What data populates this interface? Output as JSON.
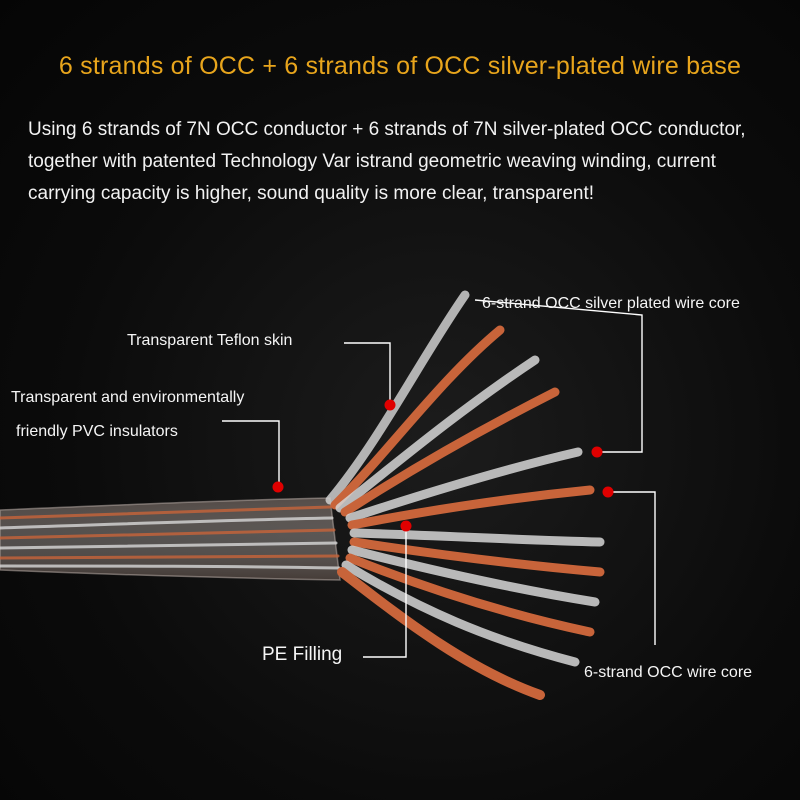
{
  "headline": "6 strands of OCC + 6 strands of OCC silver-plated wire base",
  "description": "Using 6 strands  of 7N OCC conductor + 6 strands of 7N silver-plated OCC conductor, together with patented Technology Var istrand geometric weaving winding, current carrying capacity is higher, sound quality is more clear, transparent!",
  "labels": {
    "teflon": "Transparent Teflon skin",
    "pvc_line1": "Transparent and environmentally",
    "pvc_line2": "friendly PVC insulators",
    "silver_core": "6-strand OCC silver plated wire core",
    "pe_filling": "PE Filling",
    "occ_core": "6-strand OCC wire core"
  },
  "colors": {
    "headline": "#e8a51c",
    "marker": "#e00000",
    "copper": "#c8643a",
    "silver": "#d8d8d8"
  }
}
